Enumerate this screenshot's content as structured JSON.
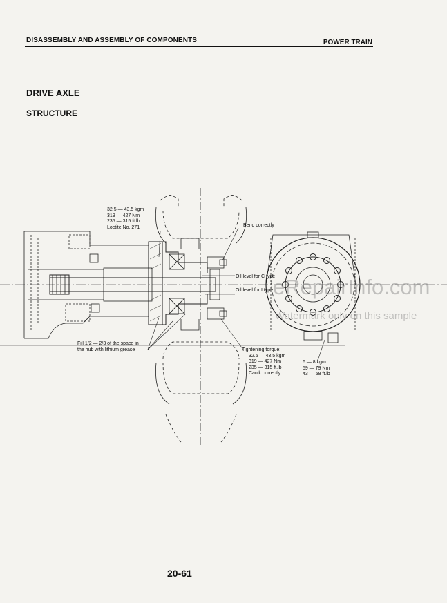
{
  "header": {
    "section": "DISASSEMBLY AND ASSEMBLY OF COMPONENTS",
    "chapter": "POWER TRAIN"
  },
  "page": {
    "title": "DRIVE AXLE",
    "subtitle": "STRUCTURE",
    "number": "20-61"
  },
  "labels": {
    "nut_torque": [
      "32.5 — 43.5 kgm",
      "319 — 427 Nm",
      "235 — 315 ft.lb",
      "Loctite No. 271"
    ],
    "bend": "Bend correctly",
    "oil_c": "Oil level for C type",
    "oil_i": "Oil level for I type",
    "grease": [
      "Fill 1/2 — 2/3 of the space in",
      "the hub with lithium grease"
    ],
    "tightening": [
      "Tightening torque:",
      "32.5 — 43.5 kgm",
      "319 — 427 Nm",
      "235 — 315 ft.lb",
      "Caulk correctly"
    ],
    "bolt_torque": [
      "6 — 8 kgm",
      "59 — 79 Nm",
      "43 — 58 ft.lb"
    ]
  },
  "watermark": {
    "site": "eRepairInfo.com",
    "note": "Watermark only on this sample"
  }
}
